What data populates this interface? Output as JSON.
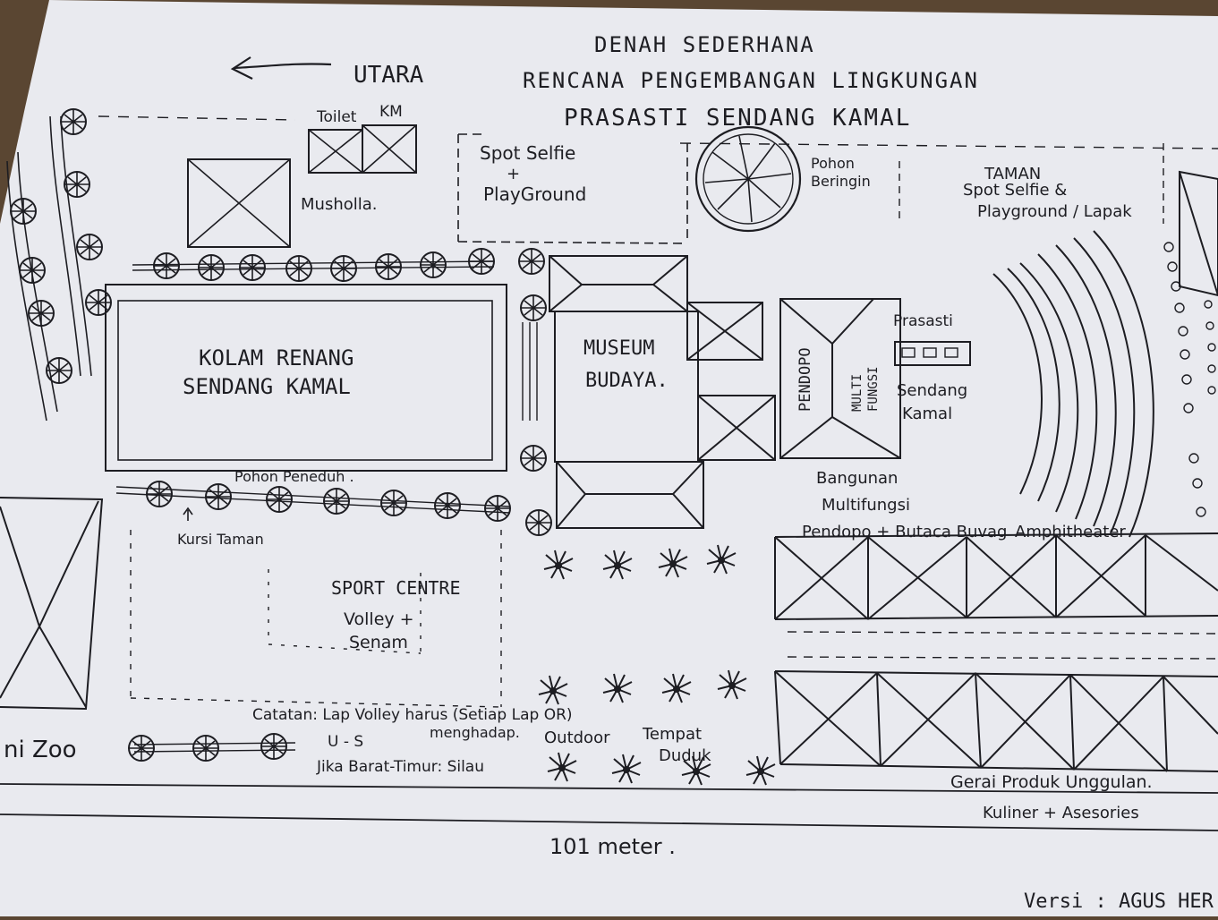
{
  "title": {
    "line1": "DENAH SEDERHANA",
    "line2": "RENCANA PENGEMBANGAN LINGKUNGAN",
    "line3": "PRASASTI SENDANG KAMAL"
  },
  "north": {
    "label": "UTARA"
  },
  "labels": {
    "toilet": "Toilet",
    "km": "KM",
    "musholla": "Musholla.",
    "spot_selfie_1": "Spot Selfie",
    "plus_1": "+",
    "playground_1": "PlayGround",
    "pohon_beringin_1": "Pohon",
    "pohon_beringin_2": "Beringin",
    "taman_1": "TAMAN",
    "taman_2": "Spot Selfie &",
    "taman_3": "Playground / Lapak",
    "kolam_1": "KOLAM RENANG",
    "kolam_2": "SENDANG KAMAL",
    "museum_1": "MUSEUM",
    "museum_2": "BUDAYA.",
    "pendopo": "PENDOPO",
    "multifungsi_1": "MULTI",
    "multifungsi_2": "FUNGSI",
    "prasasti": "Prasasti",
    "sendang_kamal_1": "Sendang",
    "sendang_kamal_2": "Kamal",
    "bangunan_1": "Bangunan",
    "bangunan_2": "Multifungsi",
    "bangunan_3": "Pendopo + Butaca Buvag",
    "amphitheater": "Amphitheater",
    "pohon_peneduh": "Pohon Peneduh .",
    "kursi_taman": "Kursi Taman",
    "sport_1": "SPORT CENTRE",
    "sport_2": "Volley +",
    "sport_3": "Senam",
    "mini_zoo": "ni Zoo",
    "catatan_1": "Catatan: Lap Volley harus (Setiap Lap OR)",
    "catatan_2": "menghadap.",
    "catatan_3": "U - S",
    "catatan_4": "Jika Barat-Timur: Silau",
    "outdoor": "Outdoor",
    "tempat_duduk_1": "Tempat",
    "tempat_duduk_2": "Duduk",
    "gerai_1": "Gerai Produk Unggulan.",
    "gerai_2": "Kuliner + Asesories",
    "dimension": "101 meter .",
    "versi": "Versi : AGUS HER"
  },
  "colors": {
    "background": "#5a4632",
    "paper": "#e9eaef",
    "ink": "#1d1d22"
  }
}
